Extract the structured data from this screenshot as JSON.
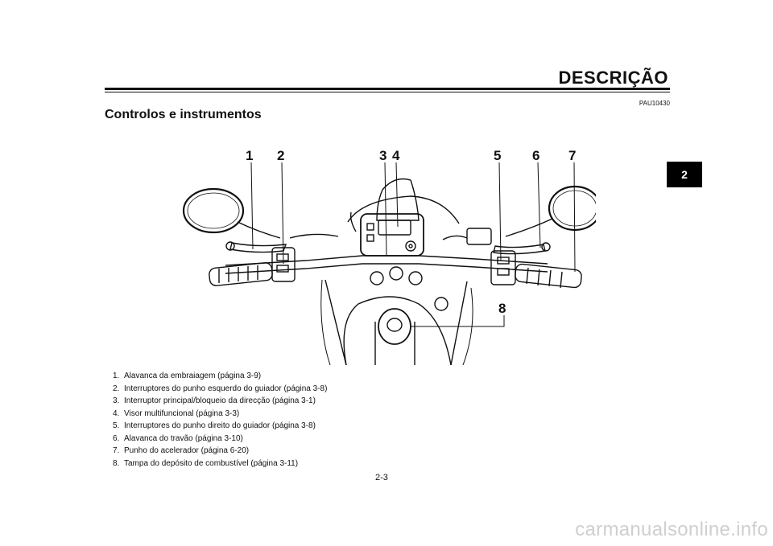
{
  "header": {
    "title": "DESCRIÇÃO",
    "code": "PAU10430"
  },
  "section": {
    "title": "Controlos e instrumentos"
  },
  "chapter_tab": "2",
  "figure": {
    "callouts": [
      "1",
      "2",
      "3",
      "4",
      "5",
      "6",
      "7",
      "8"
    ]
  },
  "legend": [
    {
      "n": "1.",
      "text": "Alavanca da embraiagem (página 3-9)"
    },
    {
      "n": "2.",
      "text": "Interruptores do punho esquerdo do guiador (página 3-8)"
    },
    {
      "n": "3.",
      "text": "Interruptor principal/bloqueio da direcção (página 3-1)"
    },
    {
      "n": "4.",
      "text": "Visor multifuncional (página 3-3)"
    },
    {
      "n": "5.",
      "text": "Interruptores do punho direito do guiador (página 3-8)"
    },
    {
      "n": "6.",
      "text": "Alavanca do travão (página 3-10)"
    },
    {
      "n": "7.",
      "text": "Punho do acelerador (página 6-20)"
    },
    {
      "n": "8.",
      "text": "Tampa do depósito de combustível (página 3-11)"
    }
  ],
  "page_number": "2-3",
  "watermark": "carmanualsonline.info"
}
